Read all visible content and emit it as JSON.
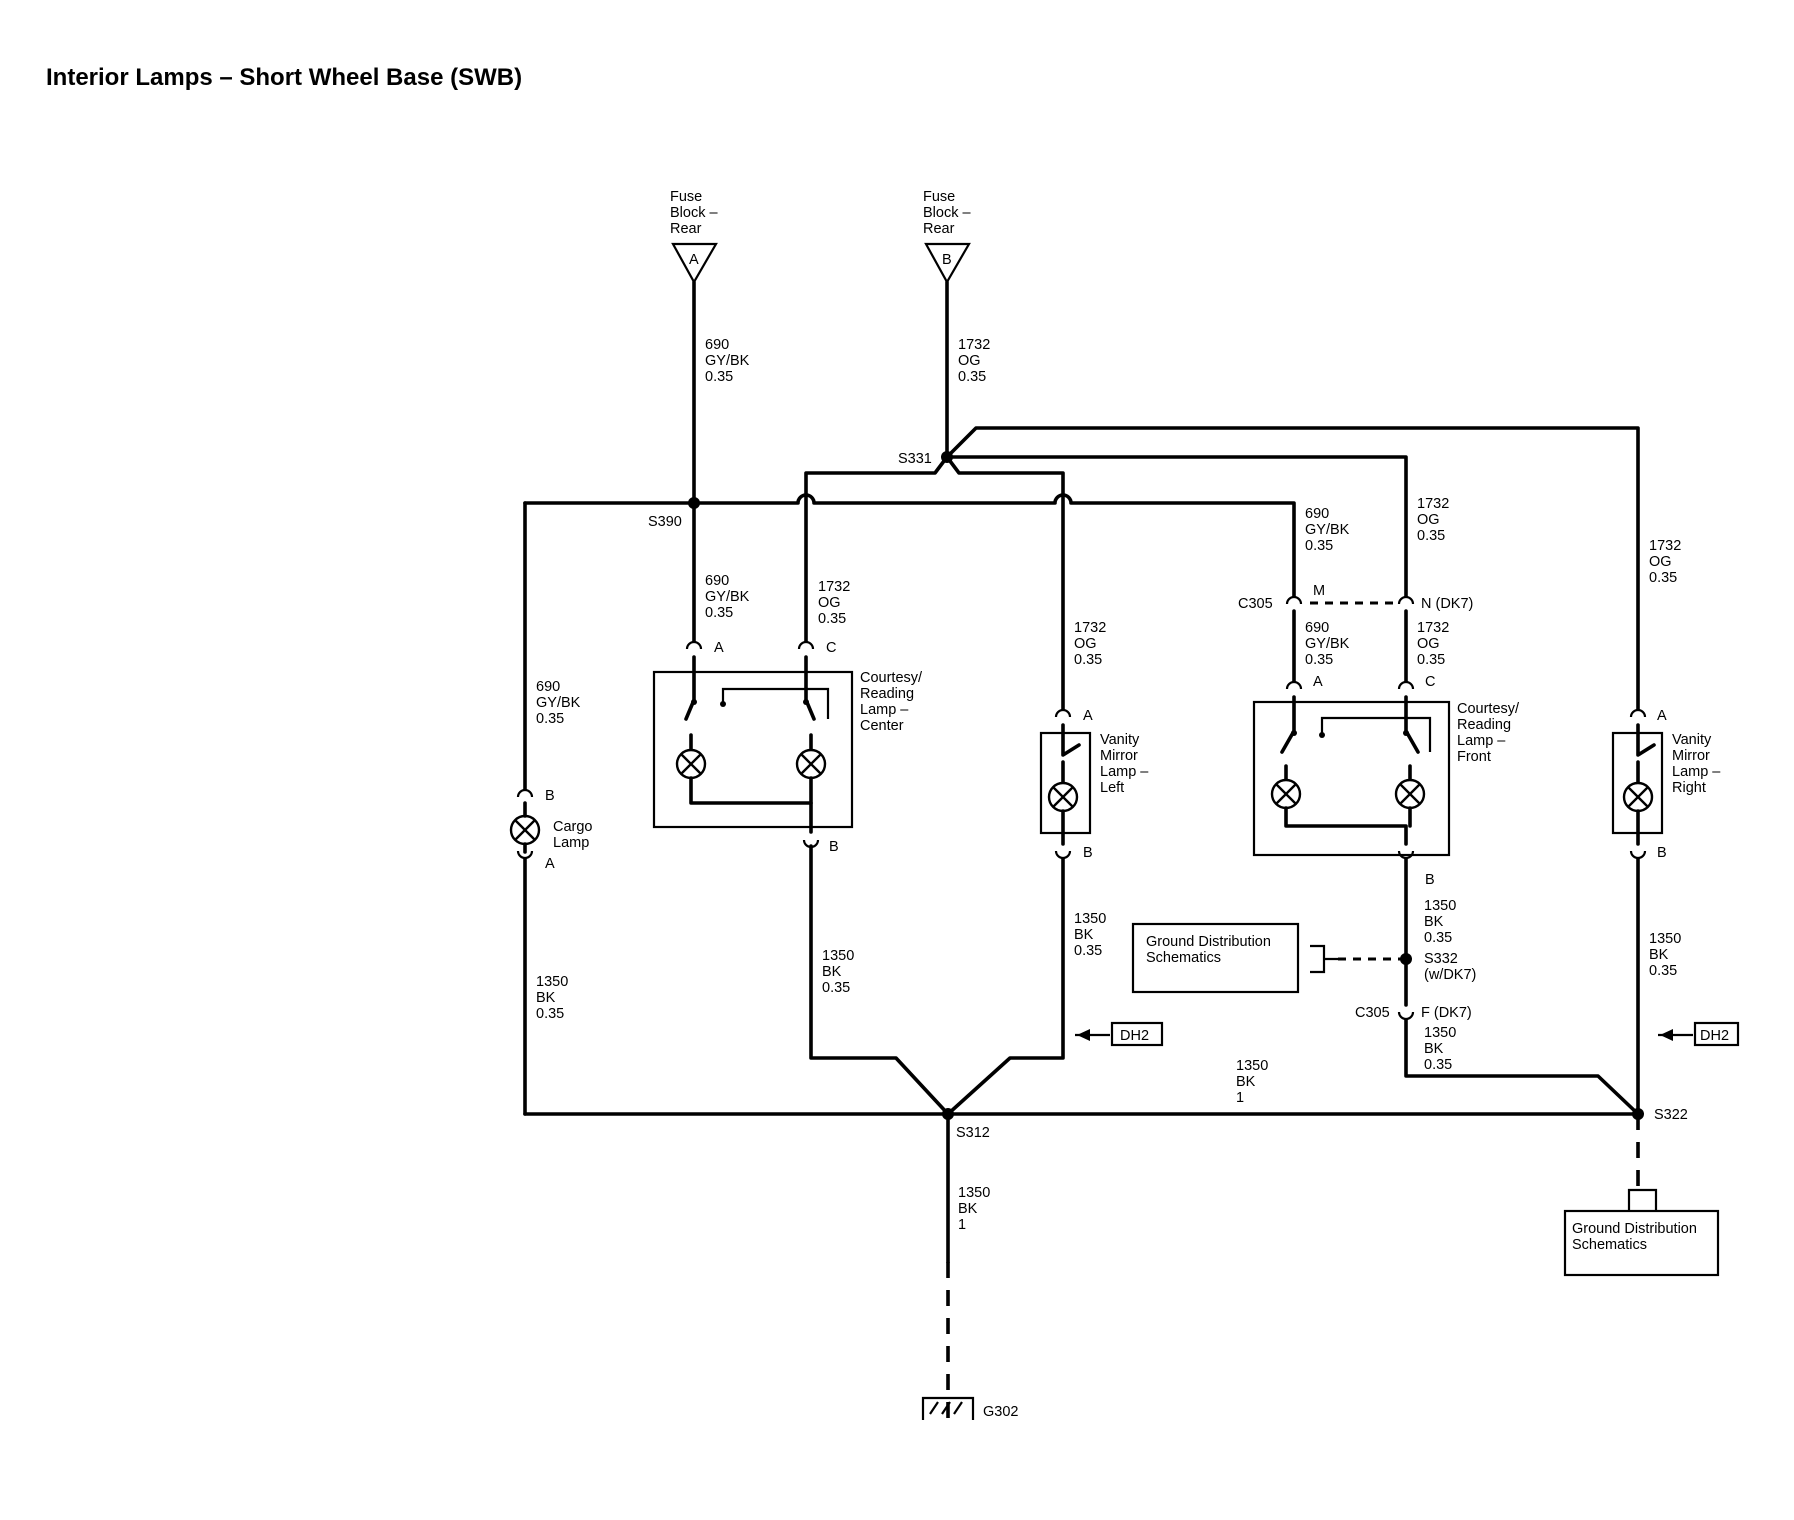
{
  "title": "Interior Lamps – Short Wheel Base (SWB)",
  "fuse_a": {
    "line1": "Fuse",
    "line2": "Block –",
    "line3": "Rear",
    "pin": "A"
  },
  "fuse_b": {
    "line1": "Fuse",
    "line2": "Block –",
    "line3": "Rear",
    "pin": "B"
  },
  "wires": {
    "w690_top": [
      "690",
      "GY/BK",
      "0.35"
    ],
    "w1732_top": [
      "1732",
      "OG",
      "0.35"
    ],
    "w690_center": [
      "690",
      "GY/BK",
      "0.35"
    ],
    "w1732_center": [
      "1732",
      "OG",
      "0.35"
    ],
    "w690_cargo": [
      "690",
      "GY/BK",
      "0.35"
    ],
    "w1732_left": [
      "1732",
      "OG",
      "0.35"
    ],
    "w690_front_up": [
      "690",
      "GY/BK",
      "0.35"
    ],
    "w1732_front_up": [
      "1732",
      "OG",
      "0.35"
    ],
    "w690_front_dn": [
      "690",
      "GY/BK",
      "0.35"
    ],
    "w1732_front_dn": [
      "1732",
      "OG",
      "0.35"
    ],
    "w1732_right": [
      "1732",
      "OG",
      "0.35"
    ],
    "w1350_cargo": [
      "1350",
      "BK",
      "0.35"
    ],
    "w1350_center": [
      "1350",
      "BK",
      "0.35"
    ],
    "w1350_left": [
      "1350",
      "BK",
      "0.35"
    ],
    "w1350_front": [
      "1350",
      "BK",
      "0.35"
    ],
    "w1350_front_lower": [
      "1350",
      "BK",
      "0.35"
    ],
    "w1350_right": [
      "1350",
      "BK",
      "0.35"
    ],
    "w1350_bus": [
      "1350",
      "BK",
      "1"
    ],
    "w1350_ground": [
      "1350",
      "BK",
      "1"
    ]
  },
  "splices": {
    "s331": "S331",
    "s390": "S390",
    "s312": "S312",
    "s322": "S322",
    "s332": "S332",
    "s332_note": "(w/DK7)"
  },
  "connectors": {
    "c305": "C305",
    "c305_f": "C305",
    "pin_m": "M",
    "pin_n": "N (DK7)",
    "pin_f": "F (DK7)"
  },
  "pins": {
    "center_a": "A",
    "center_c": "C",
    "center_b": "B",
    "cargo_b": "B",
    "cargo_a": "A",
    "left_a": "A",
    "left_b": "B",
    "front_a": "A",
    "front_c": "C",
    "front_b": "B",
    "right_a": "A",
    "right_b": "B"
  },
  "components": {
    "center_lamp": [
      "Courtesy/",
      "Reading",
      "Lamp –",
      "Center"
    ],
    "front_lamp": [
      "Courtesy/",
      "Reading",
      "Lamp –",
      "Front"
    ],
    "vanity_left": [
      "Vanity",
      "Mirror",
      "Lamp –",
      "Left"
    ],
    "vanity_right": [
      "Vanity",
      "Mirror",
      "Lamp –",
      "Right"
    ],
    "cargo_lamp": [
      "Cargo",
      "Lamp"
    ]
  },
  "ground_dist": {
    "line1": "Ground Distribution",
    "line2": "Schematics"
  },
  "ground_dist_bottom": {
    "line1": "Ground Distribution",
    "line2": "Schematics"
  },
  "refs": {
    "dh2_left": "DH2",
    "dh2_right": "DH2"
  },
  "ground": "G302"
}
